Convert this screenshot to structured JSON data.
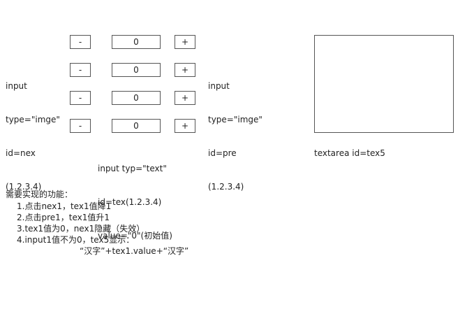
{
  "rows": [
    {
      "minus": "-",
      "value": "0",
      "plus": "+"
    },
    {
      "minus": "-",
      "value": "0",
      "plus": "+"
    },
    {
      "minus": "-",
      "value": "0",
      "plus": "+"
    },
    {
      "minus": "-",
      "value": "0",
      "plus": "+"
    }
  ],
  "notes": {
    "nex": [
      "input",
      "type=\"imge\"",
      "id=nex",
      "(1.2.3.4)"
    ],
    "pre": [
      "input",
      "type=\"imge\"",
      "id=pre",
      "(1.2.3.4)"
    ],
    "tex": [
      "input typ=\"text\"",
      "id=tex(1.2.3.4)",
      "value=\"0\"(初始值)"
    ],
    "textarea": "textarea id=tex5"
  },
  "textarea_value": "",
  "requirements": {
    "title": "需要实现的功能：",
    "items": [
      "1.点击nex1，tex1值降1",
      "2.点击pre1，tex1值升1",
      "3.tex1值为0，nex1隐藏（失效）",
      "4.input1值不为0，tex5显示："
    ],
    "continuation": "“汉字”+tex1.value+“汉字”"
  }
}
